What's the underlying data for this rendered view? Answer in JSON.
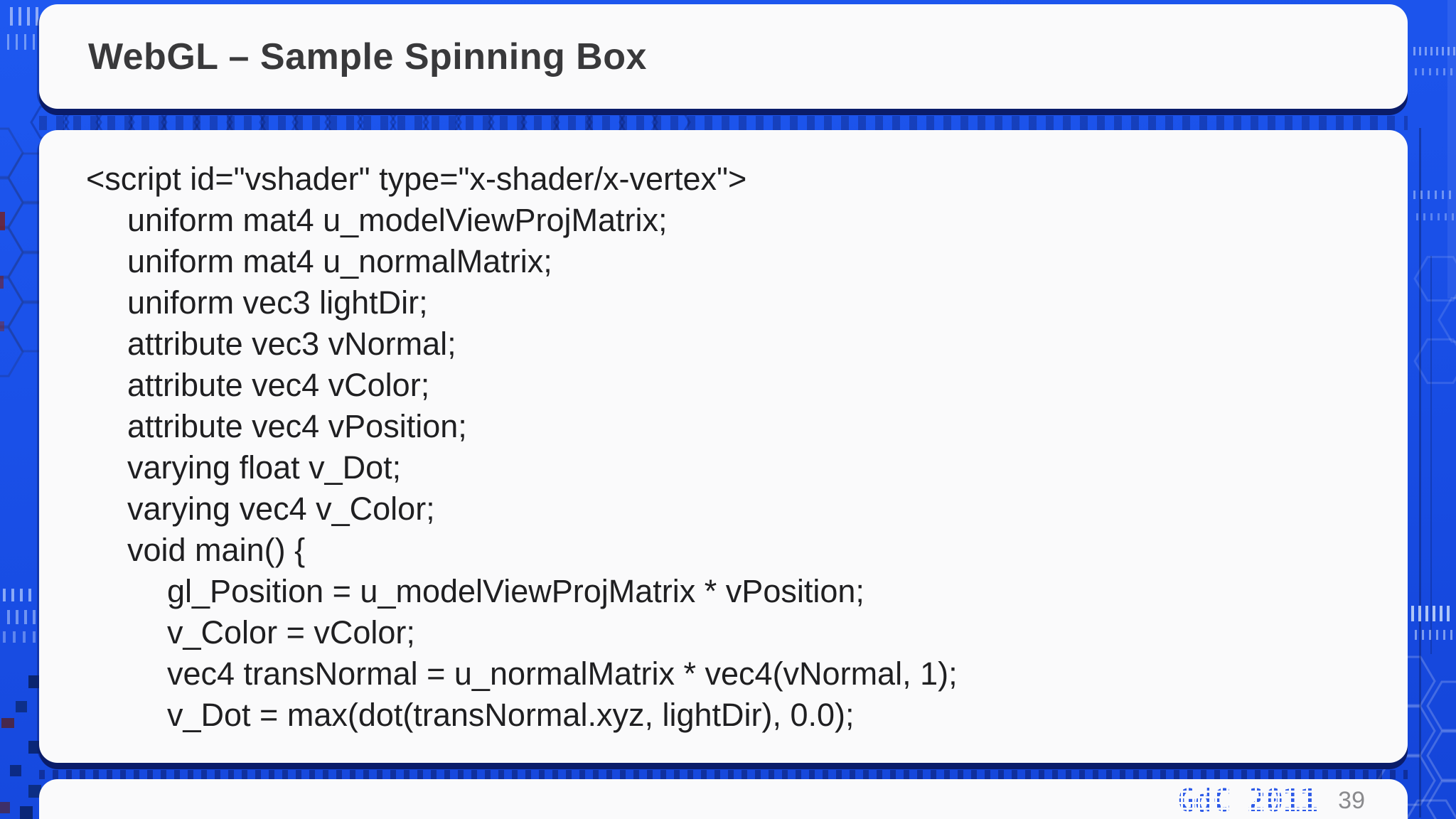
{
  "slide": {
    "title": "WebGL – Sample Spinning Box",
    "code_lines": [
      {
        "indent": 0,
        "text": "<script id=\"vshader\" type=\"x-shader/x-vertex\">"
      },
      {
        "indent": 1,
        "text": "uniform mat4 u_modelViewProjMatrix;"
      },
      {
        "indent": 1,
        "text": "uniform mat4 u_normalMatrix;"
      },
      {
        "indent": 1,
        "text": "uniform vec3 lightDir;"
      },
      {
        "indent": 1,
        "text": "attribute vec3 vNormal;"
      },
      {
        "indent": 1,
        "text": "attribute vec4 vColor;"
      },
      {
        "indent": 1,
        "text": "attribute vec4 vPosition;"
      },
      {
        "indent": 1,
        "text": "varying float v_Dot;"
      },
      {
        "indent": 1,
        "text": "varying vec4 v_Color;"
      },
      {
        "indent": 1,
        "text": "void main() {"
      },
      {
        "indent": 2,
        "text": "gl_Position = u_modelViewProjMatrix * vPosition;"
      },
      {
        "indent": 2,
        "text": "v_Color = vColor;"
      },
      {
        "indent": 2,
        "text": "vec4 transNormal = u_normalMatrix * vec4(vNormal, 1);"
      },
      {
        "indent": 2,
        "text": "v_Dot = max(dot(transNormal.xyz, lightDir), 0.0);"
      }
    ],
    "footer": {
      "logo_text": "GdC 2011",
      "page_number": "39"
    }
  },
  "colors": {
    "background_blue": "#1a50e8",
    "card_white": "#fafafb",
    "card_shadow_navy": "#0a1c69",
    "title_text": "#39393b",
    "code_text": "#1f1f21",
    "logo_blue": "#2e5be8",
    "page_number_gray": "#8a8a8d"
  }
}
